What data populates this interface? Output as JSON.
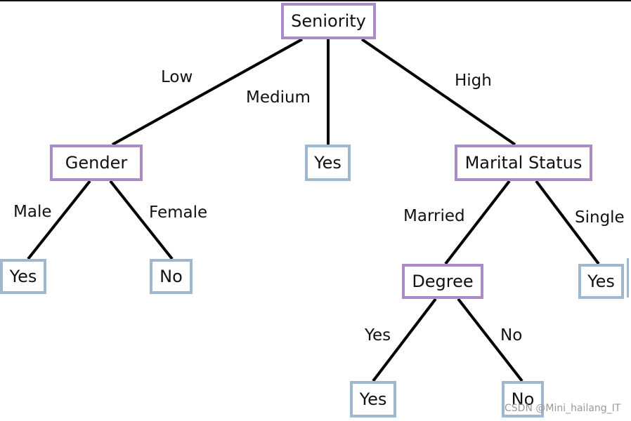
{
  "colors": {
    "decision_border": "#a98bc8",
    "leaf_border": "#9fb8cf",
    "line": "#000000"
  },
  "nodes": {
    "seniority": "Seniority",
    "gender": "Gender",
    "yes_medium": "Yes",
    "marital_status": "Marital Status",
    "yes_male": "Yes",
    "no_female": "No",
    "degree": "Degree",
    "yes_single": "Yes",
    "yes_degree": "Yes",
    "no_degree": "No"
  },
  "edges": {
    "low": "Low",
    "medium": "Medium",
    "high": "High",
    "male": "Male",
    "female": "Female",
    "married": "Married",
    "single": "Single",
    "degree_yes": "Yes",
    "degree_no": "No"
  },
  "watermark": "CSDN @Mini_hailang_IT"
}
